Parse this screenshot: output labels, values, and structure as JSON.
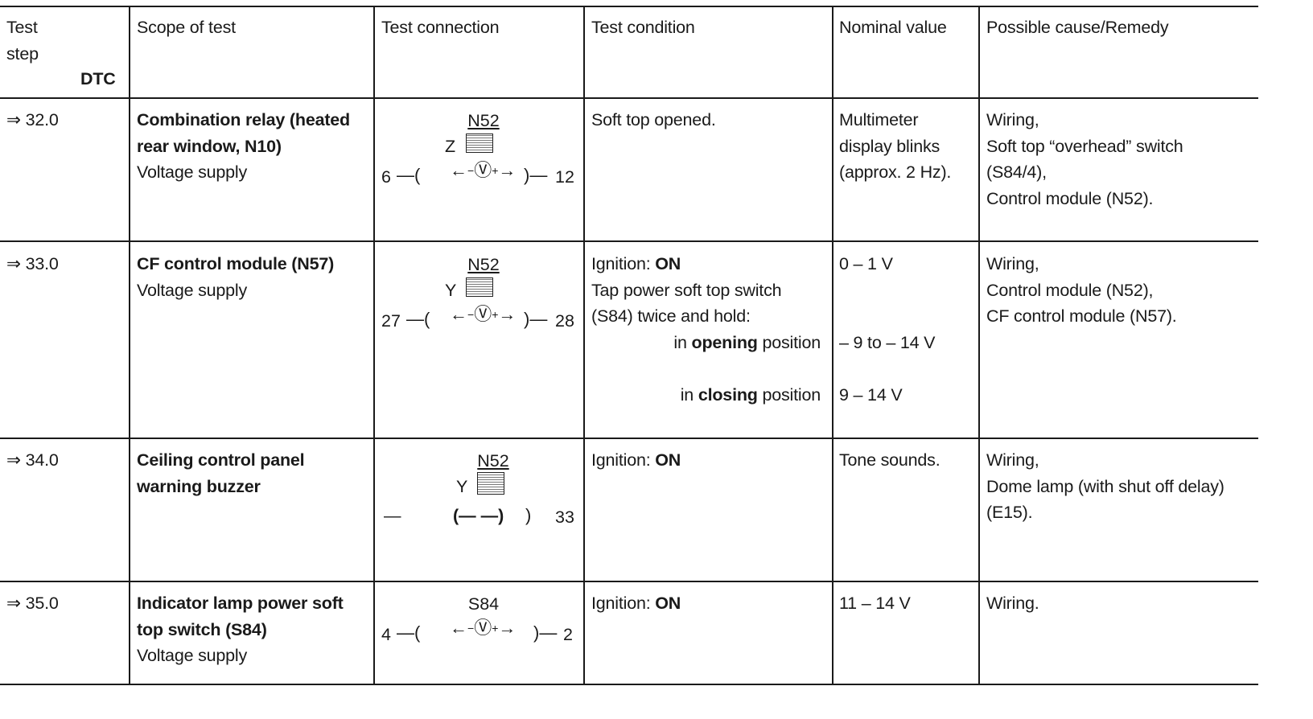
{
  "headers": {
    "test_step": [
      "Test",
      "step"
    ],
    "dtc": "DTC",
    "scope": "Scope of test",
    "connection": "Test connection",
    "condition": "Test condition",
    "nominal": "Nominal value",
    "remedy": "Possible cause/Remedy"
  },
  "rows": [
    {
      "step": "⇒ 32.0",
      "scope_bold": [
        "Combination relay (heated",
        "rear window, N10)"
      ],
      "scope_normal": [
        "Voltage supply"
      ],
      "connection": {
        "module": "N52",
        "socket": "Z",
        "left_pin": "6",
        "right_pin": "12",
        "meter": "V"
      },
      "condition": [
        "Soft top opened."
      ],
      "nominal": [
        "Multimeter",
        "display blinks",
        "(approx. 2 Hz)."
      ],
      "remedy": [
        "Wiring,",
        "Soft top “overhead” switch",
        "(S84/4),",
        "Control module (N52)."
      ]
    },
    {
      "step": "⇒ 33.0",
      "scope_bold": [
        "CF control module (N57)"
      ],
      "scope_normal": [
        "Voltage supply"
      ],
      "connection": {
        "module": "N52",
        "socket": "Y",
        "left_pin": "27",
        "right_pin": "28",
        "meter": "V"
      },
      "condition": {
        "line1_label": "Ignition: ",
        "line1_value": "ON",
        "line2": "Tap power soft top switch",
        "line3": "(S84) twice and hold:",
        "opening_pre": "in ",
        "opening_bold": "opening",
        "opening_post": " position",
        "closing_pre": "in ",
        "closing_bold": "closing",
        "closing_post": " position"
      },
      "nominal": {
        "first": "0 – 1 V",
        "opening": "– 9 to – 14 V",
        "closing": "9 – 14 V"
      },
      "remedy": [
        "Wiring,",
        "Control module (N52),",
        "CF control module (N57)."
      ]
    },
    {
      "step": "⇒ 34.0",
      "scope_bold": [
        "Ceiling control panel",
        "warning buzzer"
      ],
      "scope_normal": [],
      "connection": {
        "module": "N52",
        "socket": "Y",
        "left_pin": "—",
        "right_pin": "33",
        "meter": "(— —)"
      },
      "condition": {
        "label": "Ignition: ",
        "value": "ON"
      },
      "nominal": [
        "Tone sounds."
      ],
      "remedy": [
        "Wiring,",
        "Dome lamp (with shut off delay)",
        "(E15)."
      ]
    },
    {
      "step": "⇒ 35.0",
      "scope_bold": [
        "Indicator lamp power soft",
        "top switch (S84)"
      ],
      "scope_normal": [
        "Voltage supply"
      ],
      "connection": {
        "module": "S84",
        "socket": "",
        "left_pin": "4",
        "right_pin": "2",
        "meter": "V"
      },
      "condition": {
        "label": "Ignition: ",
        "value": "ON"
      },
      "nominal": [
        "11 – 14 V"
      ],
      "remedy": [
        "Wiring."
      ]
    }
  ]
}
